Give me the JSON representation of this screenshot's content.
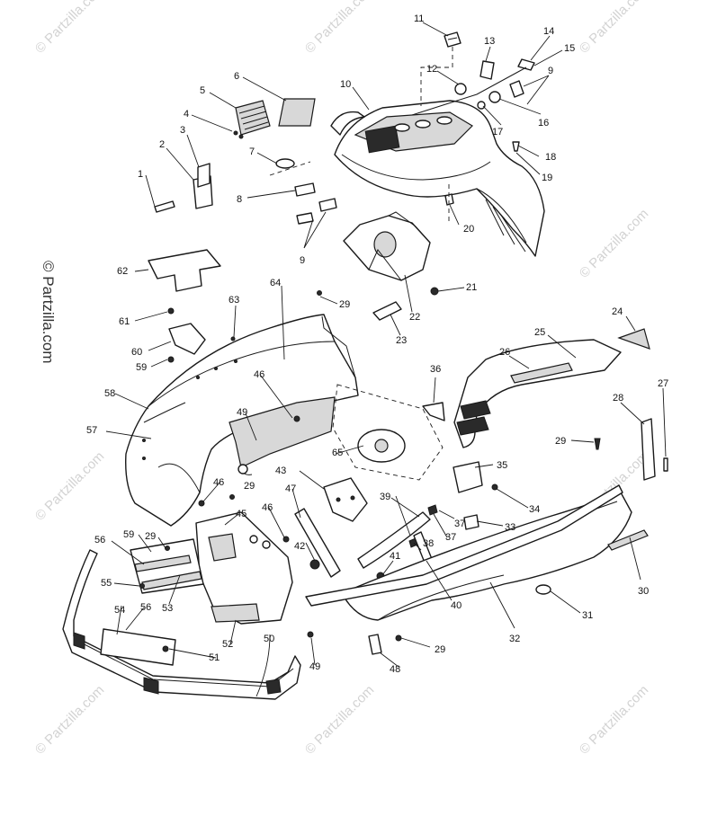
{
  "watermark": {
    "text": "© Partzilla.com",
    "side_text": "© Partzilla.com",
    "color": "#c8c8c8"
  },
  "callouts": [
    {
      "id": "c1",
      "label": "1"
    },
    {
      "id": "c2",
      "label": "2"
    },
    {
      "id": "c3",
      "label": "3"
    },
    {
      "id": "c4",
      "label": "4"
    },
    {
      "id": "c5",
      "label": "5"
    },
    {
      "id": "c6",
      "label": "6"
    },
    {
      "id": "c7",
      "label": "7"
    },
    {
      "id": "c8",
      "label": "8"
    },
    {
      "id": "c9a",
      "label": "9"
    },
    {
      "id": "c9b",
      "label": "9"
    },
    {
      "id": "c10",
      "label": "10"
    },
    {
      "id": "c11",
      "label": "11"
    },
    {
      "id": "c12",
      "label": "12"
    },
    {
      "id": "c13",
      "label": "13"
    },
    {
      "id": "c14",
      "label": "14"
    },
    {
      "id": "c15",
      "label": "15"
    },
    {
      "id": "c16",
      "label": "16"
    },
    {
      "id": "c17",
      "label": "17"
    },
    {
      "id": "c18",
      "label": "18"
    },
    {
      "id": "c19",
      "label": "19"
    },
    {
      "id": "c20",
      "label": "20"
    },
    {
      "id": "c21",
      "label": "21"
    },
    {
      "id": "c22",
      "label": "22"
    },
    {
      "id": "c23",
      "label": "23"
    },
    {
      "id": "c24",
      "label": "24"
    },
    {
      "id": "c25",
      "label": "25"
    },
    {
      "id": "c26",
      "label": "26"
    },
    {
      "id": "c27",
      "label": "27"
    },
    {
      "id": "c28",
      "label": "28"
    },
    {
      "id": "c29a",
      "label": "29"
    },
    {
      "id": "c29b",
      "label": "29"
    },
    {
      "id": "c29c",
      "label": "29"
    },
    {
      "id": "c29d",
      "label": "29"
    },
    {
      "id": "c29e",
      "label": "29"
    },
    {
      "id": "c30",
      "label": "30"
    },
    {
      "id": "c31",
      "label": "31"
    },
    {
      "id": "c32",
      "label": "32"
    },
    {
      "id": "c33",
      "label": "33"
    },
    {
      "id": "c34",
      "label": "34"
    },
    {
      "id": "c35",
      "label": "35"
    },
    {
      "id": "c36",
      "label": "36"
    },
    {
      "id": "c37a",
      "label": "37"
    },
    {
      "id": "c37b",
      "label": "37"
    },
    {
      "id": "c38",
      "label": "38"
    },
    {
      "id": "c39",
      "label": "39"
    },
    {
      "id": "c40",
      "label": "40"
    },
    {
      "id": "c41",
      "label": "41"
    },
    {
      "id": "c42",
      "label": "42"
    },
    {
      "id": "c43",
      "label": "43"
    },
    {
      "id": "c45",
      "label": "45"
    },
    {
      "id": "c46a",
      "label": "46"
    },
    {
      "id": "c46b",
      "label": "46"
    },
    {
      "id": "c46c",
      "label": "46"
    },
    {
      "id": "c47",
      "label": "47"
    },
    {
      "id": "c48",
      "label": "48"
    },
    {
      "id": "c49a",
      "label": "49"
    },
    {
      "id": "c49b",
      "label": "49"
    },
    {
      "id": "c50",
      "label": "50"
    },
    {
      "id": "c51",
      "label": "51"
    },
    {
      "id": "c52",
      "label": "52"
    },
    {
      "id": "c53",
      "label": "53"
    },
    {
      "id": "c54",
      "label": "54"
    },
    {
      "id": "c55",
      "label": "55"
    },
    {
      "id": "c56a",
      "label": "56"
    },
    {
      "id": "c56b",
      "label": "56"
    },
    {
      "id": "c57",
      "label": "57"
    },
    {
      "id": "c58",
      "label": "58"
    },
    {
      "id": "c59a",
      "label": "59"
    },
    {
      "id": "c59b",
      "label": "59"
    },
    {
      "id": "c60",
      "label": "60"
    },
    {
      "id": "c61",
      "label": "61"
    },
    {
      "id": "c62",
      "label": "62"
    },
    {
      "id": "c63",
      "label": "63"
    },
    {
      "id": "c64",
      "label": "64"
    },
    {
      "id": "c65",
      "label": "65"
    }
  ]
}
